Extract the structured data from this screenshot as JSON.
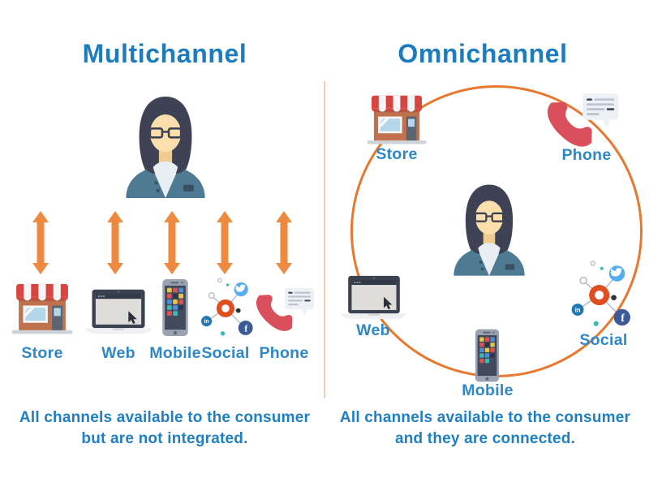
{
  "left_panel": {
    "title": "Multichannel",
    "channels": [
      "Store",
      "Web",
      "Mobile",
      "Social",
      "Phone"
    ],
    "caption": {
      "line1": "All channels available to the consumer",
      "line2": "but are not integrated."
    }
  },
  "right_panel": {
    "title": "Omnichannel",
    "channels": {
      "store": "Store",
      "phone": "Phone",
      "web": "Web",
      "social": "Social",
      "mobile": "Mobile"
    },
    "caption": {
      "line1": "All channels available to the consumer",
      "line2": "and they are connected."
    }
  },
  "icons": {
    "consumer": "consumer-avatar-icon",
    "store": "storefront-icon",
    "web": "laptop-icon",
    "mobile": "smartphone-icon",
    "social": "social-network-icon",
    "phone": "phone-handset-icon",
    "arrow": "double-arrow-icon",
    "social_nodes": [
      "twitter-icon",
      "facebook-icon",
      "linkedin-icon"
    ]
  },
  "colors": {
    "title_blue": "#1b7cbe",
    "label_blue": "#2d88c8",
    "caption_blue": "#1e7fc2",
    "arrow_orange": "#ee8a40",
    "circle_orange": "#e8772f",
    "divider_peach": "#f2cdb2",
    "background": "#ffffff"
  }
}
